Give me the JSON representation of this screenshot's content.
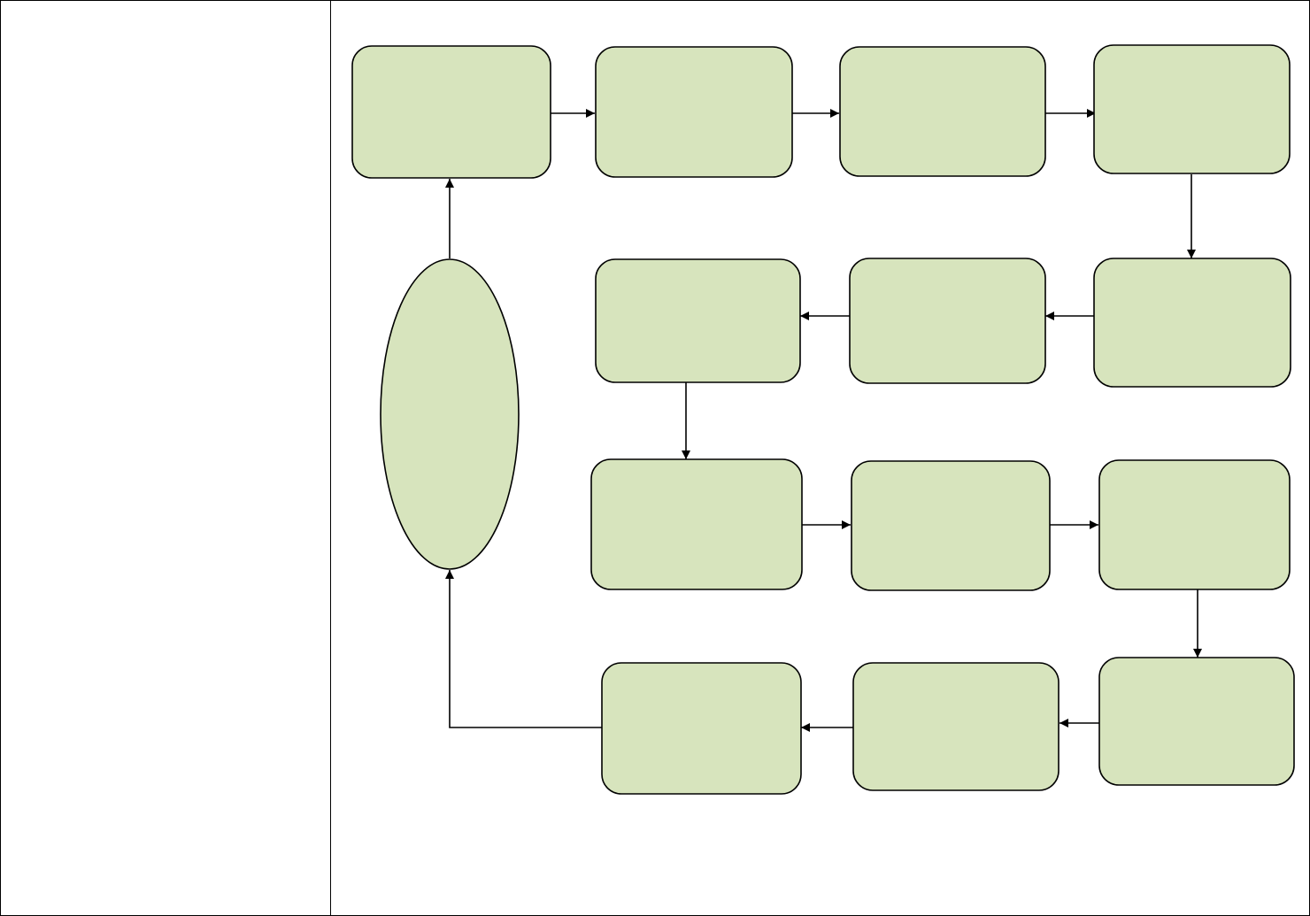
{
  "colors": {
    "node_fill": "#d7e4bd",
    "node_stroke": "#000000",
    "edge_stroke": "#000000",
    "border": "#000000",
    "background": "#ffffff"
  },
  "diagram": {
    "type": "flowchart-cycle",
    "node_shape_default": "rounded-rectangle",
    "nodes": [
      {
        "id": "hub",
        "shape": "ellipse",
        "label": ""
      },
      {
        "id": "r1c1",
        "shape": "rounded-rectangle",
        "label": ""
      },
      {
        "id": "r1c2",
        "shape": "rounded-rectangle",
        "label": ""
      },
      {
        "id": "r1c3",
        "shape": "rounded-rectangle",
        "label": ""
      },
      {
        "id": "r1c4",
        "shape": "rounded-rectangle",
        "label": ""
      },
      {
        "id": "r2c4",
        "shape": "rounded-rectangle",
        "label": ""
      },
      {
        "id": "r2c3",
        "shape": "rounded-rectangle",
        "label": ""
      },
      {
        "id": "r2c2",
        "shape": "rounded-rectangle",
        "label": ""
      },
      {
        "id": "r3c2",
        "shape": "rounded-rectangle",
        "label": ""
      },
      {
        "id": "r3c3",
        "shape": "rounded-rectangle",
        "label": ""
      },
      {
        "id": "r3c4",
        "shape": "rounded-rectangle",
        "label": ""
      },
      {
        "id": "r4c4",
        "shape": "rounded-rectangle",
        "label": ""
      },
      {
        "id": "r4c3",
        "shape": "rounded-rectangle",
        "label": ""
      },
      {
        "id": "r4c2",
        "shape": "rounded-rectangle",
        "label": ""
      }
    ],
    "edges": [
      {
        "from": "hub",
        "to": "r1c1"
      },
      {
        "from": "r1c1",
        "to": "r1c2"
      },
      {
        "from": "r1c2",
        "to": "r1c3"
      },
      {
        "from": "r1c3",
        "to": "r1c4"
      },
      {
        "from": "r1c4",
        "to": "r2c4"
      },
      {
        "from": "r2c4",
        "to": "r2c3"
      },
      {
        "from": "r2c3",
        "to": "r2c2"
      },
      {
        "from": "r2c2",
        "to": "r3c2"
      },
      {
        "from": "r3c2",
        "to": "r3c3"
      },
      {
        "from": "r3c3",
        "to": "r3c4"
      },
      {
        "from": "r3c4",
        "to": "r4c4"
      },
      {
        "from": "r4c4",
        "to": "r4c3"
      },
      {
        "from": "r4c3",
        "to": "r4c2"
      },
      {
        "from": "r4c2",
        "to": "hub"
      }
    ]
  }
}
